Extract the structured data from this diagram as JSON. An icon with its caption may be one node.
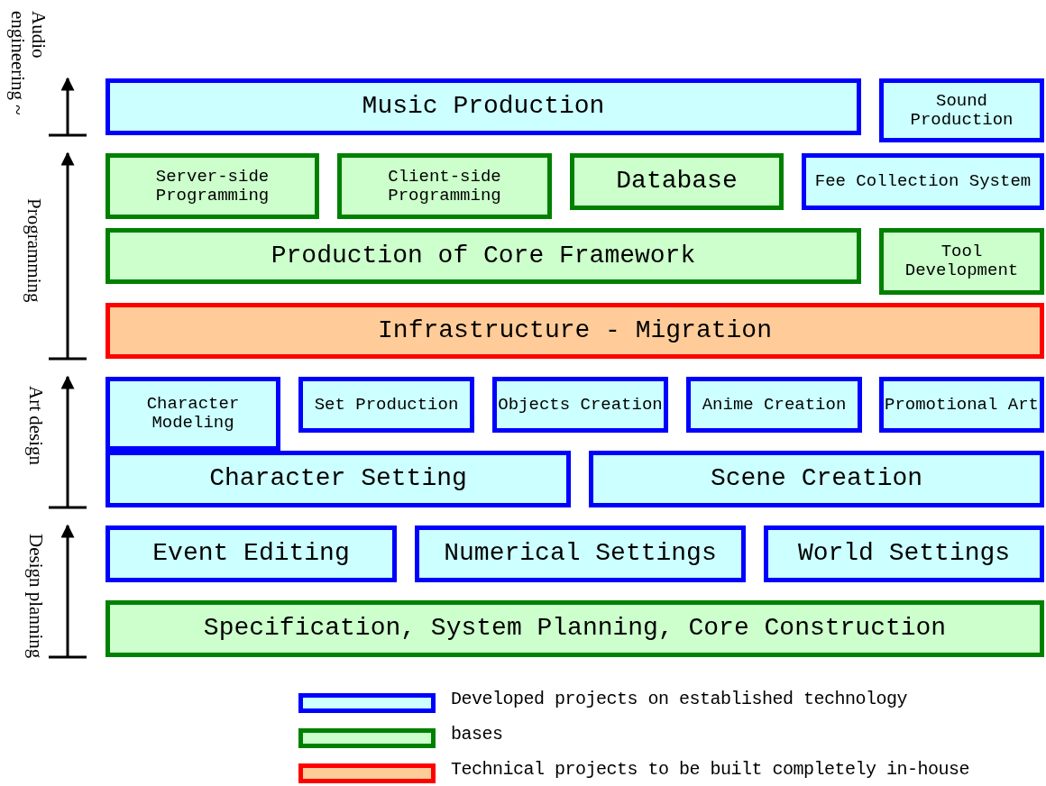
{
  "diagram": {
    "nodes": [
      {
        "text": [
          "Music Production"
        ]
      },
      {
        "text": [
          "Sound Production"
        ]
      },
      {
        "text": [
          "Server-side Programming"
        ]
      },
      {
        "text": [
          "Client-side Programming"
        ]
      },
      {
        "text": [
          "Database"
        ]
      },
      {
        "text": [
          "Fee Collection System"
        ]
      },
      {
        "text": [
          "Production of Core Framework"
        ]
      },
      {
        "text": [
          "Tool Development"
        ]
      },
      {
        "text": [
          "Infrastructure - Migration"
        ]
      },
      {
        "text": [
          "Character Modeling"
        ]
      },
      {
        "text": [
          "Set Production"
        ]
      },
      {
        "text": [
          "Objects Creation"
        ]
      },
      {
        "text": [
          "Anime Creation"
        ]
      },
      {
        "text": [
          "Promotional Art"
        ]
      },
      {
        "text": [
          "Character Setting"
        ]
      },
      {
        "text": [
          "Scene Creation"
        ]
      },
      {
        "text": [
          "Event Editing"
        ]
      },
      {
        "text": [
          "Numerical Settings"
        ]
      },
      {
        "text": [
          "World Settings"
        ]
      },
      {
        "text": [
          "Specification, System Planning, Core Construction"
        ]
      }
    ],
    "edges": [],
    "labels": [
      "Audio engineering ~",
      "Programming",
      "Art design",
      "Design planning"
    ],
    "legend": [
      {
        "text": "Developed projects on established technology",
        "color": "#ccffff"
      },
      {
        "text": "bases",
        "color": "#ccffcc"
      },
      {
        "text": "Technical projects to be built completely in-house",
        "color": "#ffcc99"
      }
    ]
  }
}
